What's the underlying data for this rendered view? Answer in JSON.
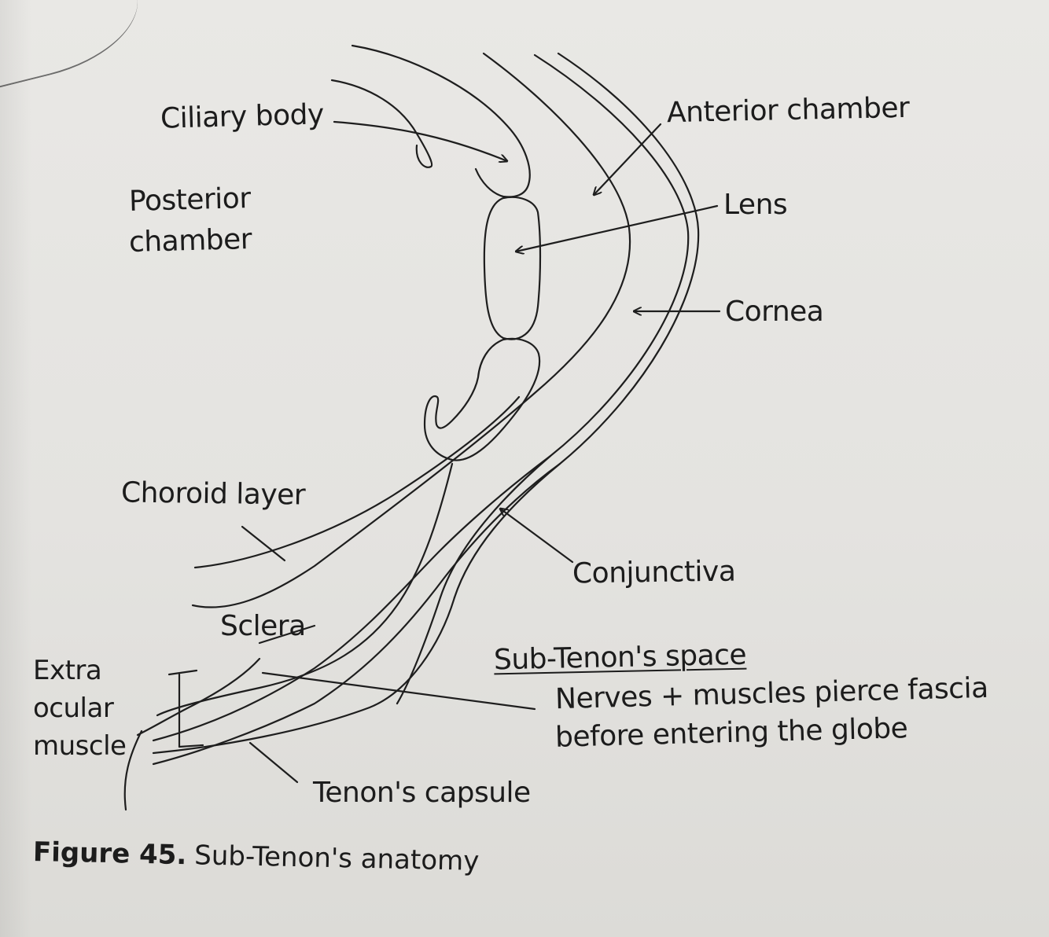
{
  "labels": {
    "ciliary_body": "Ciliary body",
    "anterior_chamber": "Anterior chamber",
    "posterior_chamber_line1": "Posterior",
    "posterior_chamber_line2": "chamber",
    "lens": "Lens",
    "cornea": "Cornea",
    "choroid_layer": "Choroid layer",
    "conjunctiva": "Conjunctiva",
    "sclera": "Sclera",
    "extra_ocular_line1": "Extra",
    "extra_ocular_line2": "ocular",
    "extra_ocular_line3": "muscle",
    "sub_tenon_space": "Sub-Tenon's space",
    "nerves_line1": "Nerves + muscles pierce fascia",
    "nerves_line2": "before entering the globe",
    "tenon_capsule": "Tenon's capsule"
  },
  "caption": {
    "figure_number": "Figure 45.",
    "title": "Sub-Tenon's anatomy"
  },
  "colors": {
    "ink": "#1e1e1e",
    "paper": "#e7e6e3"
  }
}
